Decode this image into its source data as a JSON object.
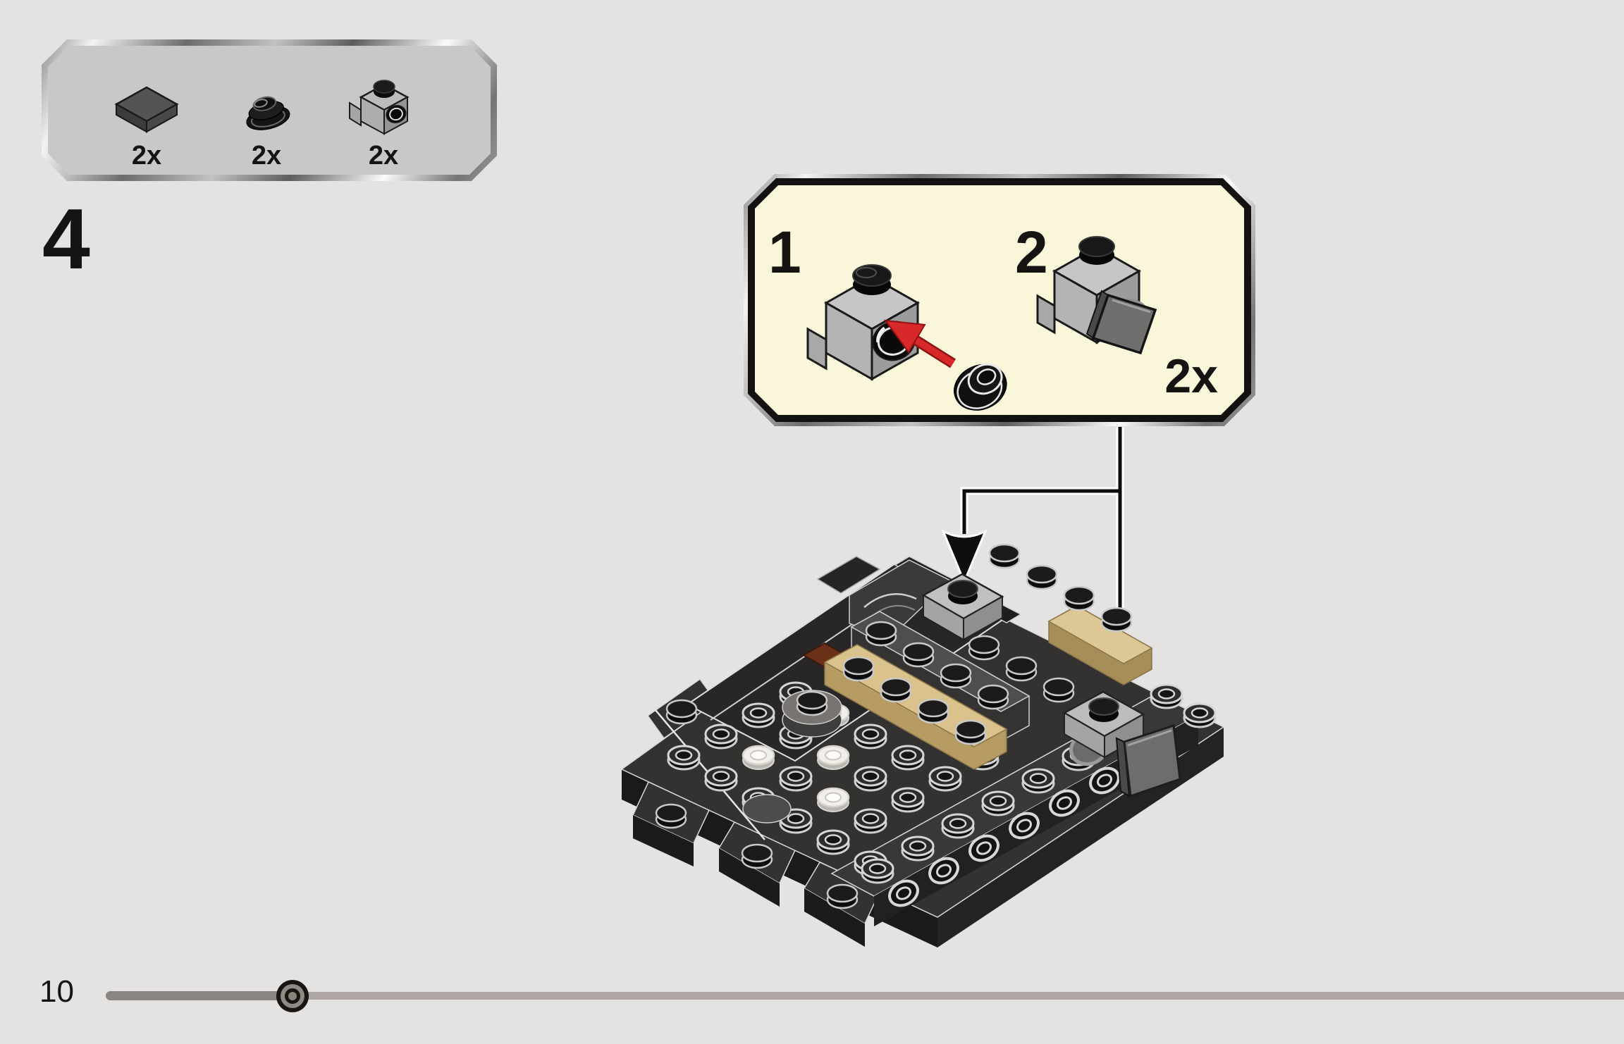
{
  "step": {
    "number": "4"
  },
  "parts_box": {
    "items": [
      {
        "part_icon": "tile-2x2-dark-gray-icon",
        "qty": "2x"
      },
      {
        "part_icon": "round-plate-1x1-black-icon",
        "qty": "2x"
      },
      {
        "part_icon": "bracket-1x1-light-gray-icon",
        "qty": "2x"
      }
    ]
  },
  "callout": {
    "substeps": [
      {
        "label": "1",
        "part_icon": "bracket-with-round-plate-icon"
      },
      {
        "label": "2",
        "part_icon": "bracket-with-square-tile-icon"
      }
    ],
    "qty": "2x"
  },
  "page": {
    "number": "10"
  },
  "progress_bar": {
    "fraction": 0.123
  },
  "colors": {
    "page_background": "#e4e3e2",
    "parts_box_background": "#c9c8c6",
    "callout_background": "#faf6d9",
    "ink": "#161412",
    "arrow_red": "#d7282a",
    "tan_piece": "#d9c28b",
    "tan_piece_shade": "#b69c63",
    "black_piece": "#343231",
    "gray_piece": "#bcbcbc",
    "dark_gray_tile": "#6f6d6c",
    "progress_track": "#ada6a5",
    "progress_fill": "#8a8482"
  }
}
